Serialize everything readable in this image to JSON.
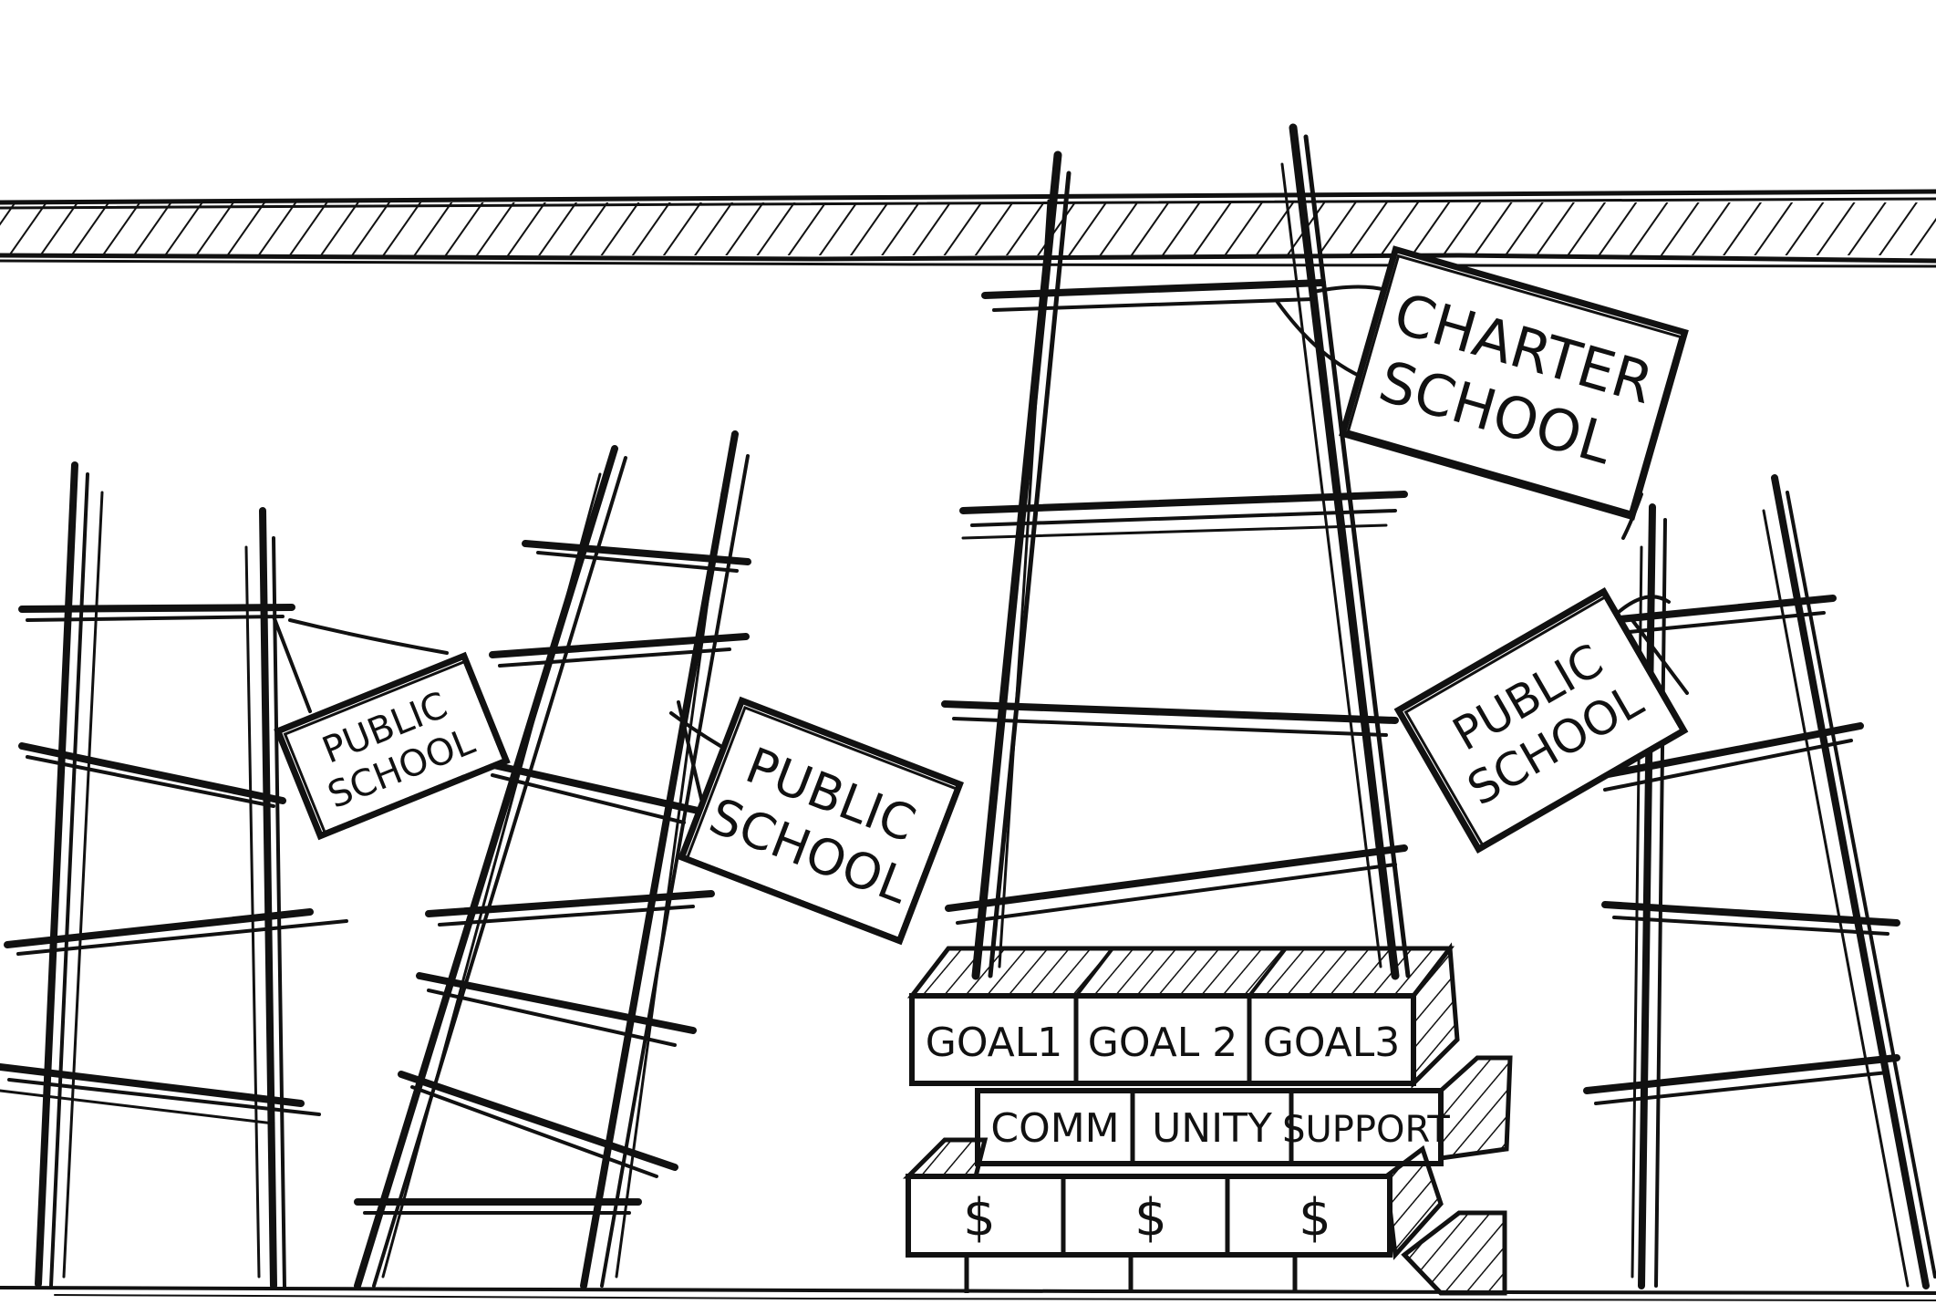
{
  "signs": {
    "charter": {
      "line1": "CHARTER",
      "line2": "SCHOOL"
    },
    "public_1": {
      "line1": "PUBLIC",
      "line2": "SCHOOL"
    },
    "public_2": {
      "line1": "PUBLIC",
      "line2": "SCHOOL"
    },
    "public_3": {
      "line1": "PUBLIC",
      "line2": "SCHOOL"
    }
  },
  "blocks": {
    "goals": [
      "GOAL1",
      "GOAL 2",
      "GOAL3"
    ],
    "community": [
      "COMM",
      "UNITY",
      "SUPPORT"
    ],
    "money": [
      "$",
      "$",
      "$"
    ]
  },
  "colors": {
    "ink": "#111111",
    "paper": "#ffffff"
  }
}
